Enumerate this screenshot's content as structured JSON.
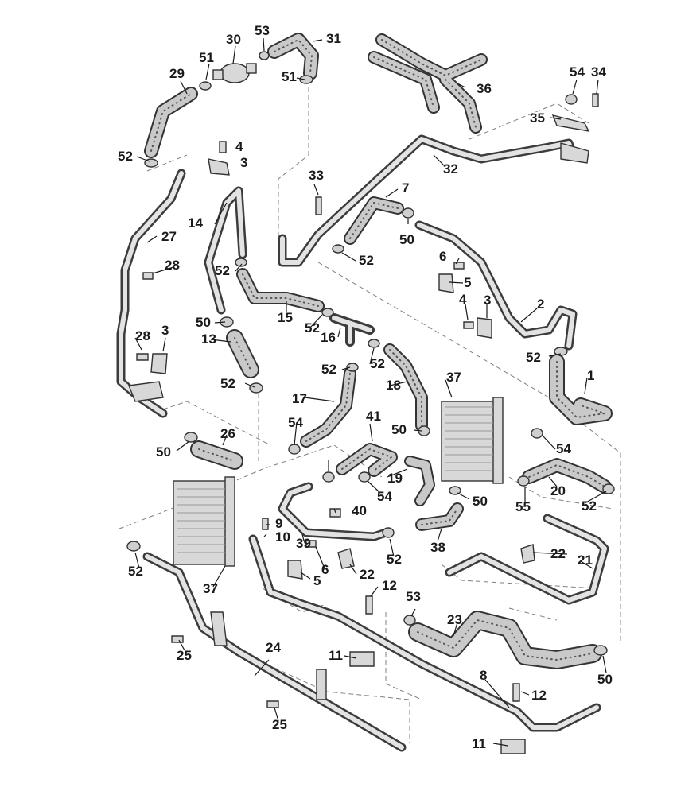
{
  "diagram": {
    "callouts": [
      {
        "id": "c1",
        "label": "1"
      },
      {
        "id": "c2",
        "label": "2"
      },
      {
        "id": "c3a",
        "label": "3"
      },
      {
        "id": "c3b",
        "label": "3"
      },
      {
        "id": "c3c",
        "label": "3"
      },
      {
        "id": "c4a",
        "label": "4"
      },
      {
        "id": "c4b",
        "label": "4"
      },
      {
        "id": "c5a",
        "label": "5"
      },
      {
        "id": "c5b",
        "label": "5"
      },
      {
        "id": "c6a",
        "label": "6"
      },
      {
        "id": "c6b",
        "label": "6"
      },
      {
        "id": "c7",
        "label": "7"
      },
      {
        "id": "c8",
        "label": "8"
      },
      {
        "id": "c9",
        "label": "9"
      },
      {
        "id": "c10",
        "label": "10"
      },
      {
        "id": "c11a",
        "label": "11"
      },
      {
        "id": "c11b",
        "label": "11"
      },
      {
        "id": "c12a",
        "label": "12"
      },
      {
        "id": "c12b",
        "label": "12"
      },
      {
        "id": "c13",
        "label": "13"
      },
      {
        "id": "c14",
        "label": "14"
      },
      {
        "id": "c15",
        "label": "15"
      },
      {
        "id": "c16",
        "label": "16"
      },
      {
        "id": "c17",
        "label": "17"
      },
      {
        "id": "c18",
        "label": "18"
      },
      {
        "id": "c19",
        "label": "19"
      },
      {
        "id": "c20",
        "label": "20"
      },
      {
        "id": "c21",
        "label": "21"
      },
      {
        "id": "c22a",
        "label": "22"
      },
      {
        "id": "c22b",
        "label": "22"
      },
      {
        "id": "c23",
        "label": "23"
      },
      {
        "id": "c24",
        "label": "24"
      },
      {
        "id": "c25a",
        "label": "25"
      },
      {
        "id": "c25b",
        "label": "25"
      },
      {
        "id": "c26",
        "label": "26"
      },
      {
        "id": "c27",
        "label": "27"
      },
      {
        "id": "c28a",
        "label": "28"
      },
      {
        "id": "c28b",
        "label": "28"
      },
      {
        "id": "c29",
        "label": "29"
      },
      {
        "id": "c30",
        "label": "30"
      },
      {
        "id": "c31",
        "label": "31"
      },
      {
        "id": "c32",
        "label": "32"
      },
      {
        "id": "c33",
        "label": "33"
      },
      {
        "id": "c34",
        "label": "34"
      },
      {
        "id": "c35",
        "label": "35"
      },
      {
        "id": "c36",
        "label": "36"
      },
      {
        "id": "c37a",
        "label": "37"
      },
      {
        "id": "c37b",
        "label": "37"
      },
      {
        "id": "c38",
        "label": "38"
      },
      {
        "id": "c39",
        "label": "39"
      },
      {
        "id": "c40",
        "label": "40"
      },
      {
        "id": "c41",
        "label": "41"
      },
      {
        "id": "c50a",
        "label": "50"
      },
      {
        "id": "c50b",
        "label": "50"
      },
      {
        "id": "c50c",
        "label": "50"
      },
      {
        "id": "c50d",
        "label": "50"
      },
      {
        "id": "c50e",
        "label": "50"
      },
      {
        "id": "c50f",
        "label": "50"
      },
      {
        "id": "c51a",
        "label": "51"
      },
      {
        "id": "c51b",
        "label": "51"
      },
      {
        "id": "c52a",
        "label": "52"
      },
      {
        "id": "c52b",
        "label": "52"
      },
      {
        "id": "c52c",
        "label": "52"
      },
      {
        "id": "c52d",
        "label": "52"
      },
      {
        "id": "c52e",
        "label": "52"
      },
      {
        "id": "c52f",
        "label": "52"
      },
      {
        "id": "c52g",
        "label": "52"
      },
      {
        "id": "c52h",
        "label": "52"
      },
      {
        "id": "c52i",
        "label": "52"
      },
      {
        "id": "c52j",
        "label": "52"
      },
      {
        "id": "c52k",
        "label": "52"
      },
      {
        "id": "c53a",
        "label": "53"
      },
      {
        "id": "c53b",
        "label": "53"
      },
      {
        "id": "c54a",
        "label": "54"
      },
      {
        "id": "c54b",
        "label": "54"
      },
      {
        "id": "c54c",
        "label": "54"
      },
      {
        "id": "c54d",
        "label": "54"
      },
      {
        "id": "c55",
        "label": "55"
      }
    ]
  }
}
